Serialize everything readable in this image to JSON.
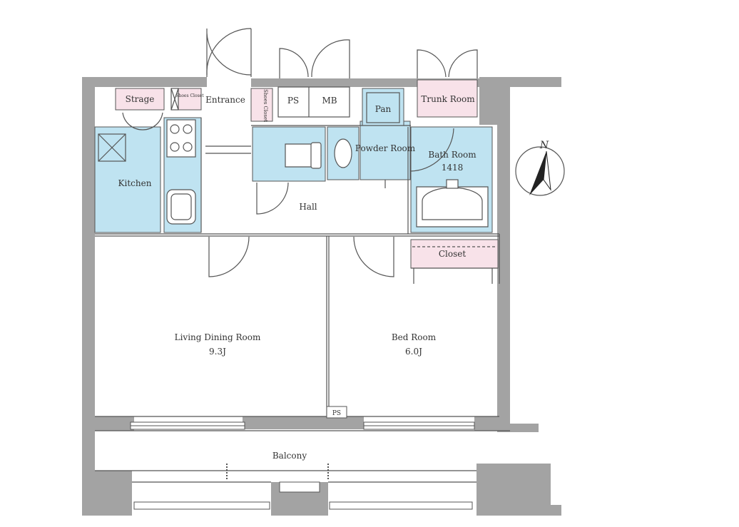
{
  "colors": {
    "wall": "#a3a3a3",
    "wet": "#bfe3f1",
    "storage": "#f8e2e9",
    "line": "#555555",
    "text": "#333333"
  },
  "rooms": {
    "storage": "Strage",
    "shoes_closet_1": "Shoes Closet",
    "entrance": "Entrance",
    "shoes_closet_2": "Shoes Closet",
    "ps_top": "PS",
    "mb": "MB",
    "pan": "Pan",
    "trunk_room": "Trunk Room",
    "kitchen": "Kitchen",
    "powder_room": "Powder Room",
    "bath_room": "Bath Room",
    "bath_size": "1418",
    "hall": "Hall",
    "closet": "Closet",
    "living": "Living Dining Room",
    "living_size": "9.3J",
    "bedroom": "Bed Room",
    "bedroom_size": "6.0J",
    "ps_bottom": "PS",
    "balcony": "Balcony"
  },
  "compass": {
    "north": "N",
    "icon": "north-arrow-icon"
  }
}
